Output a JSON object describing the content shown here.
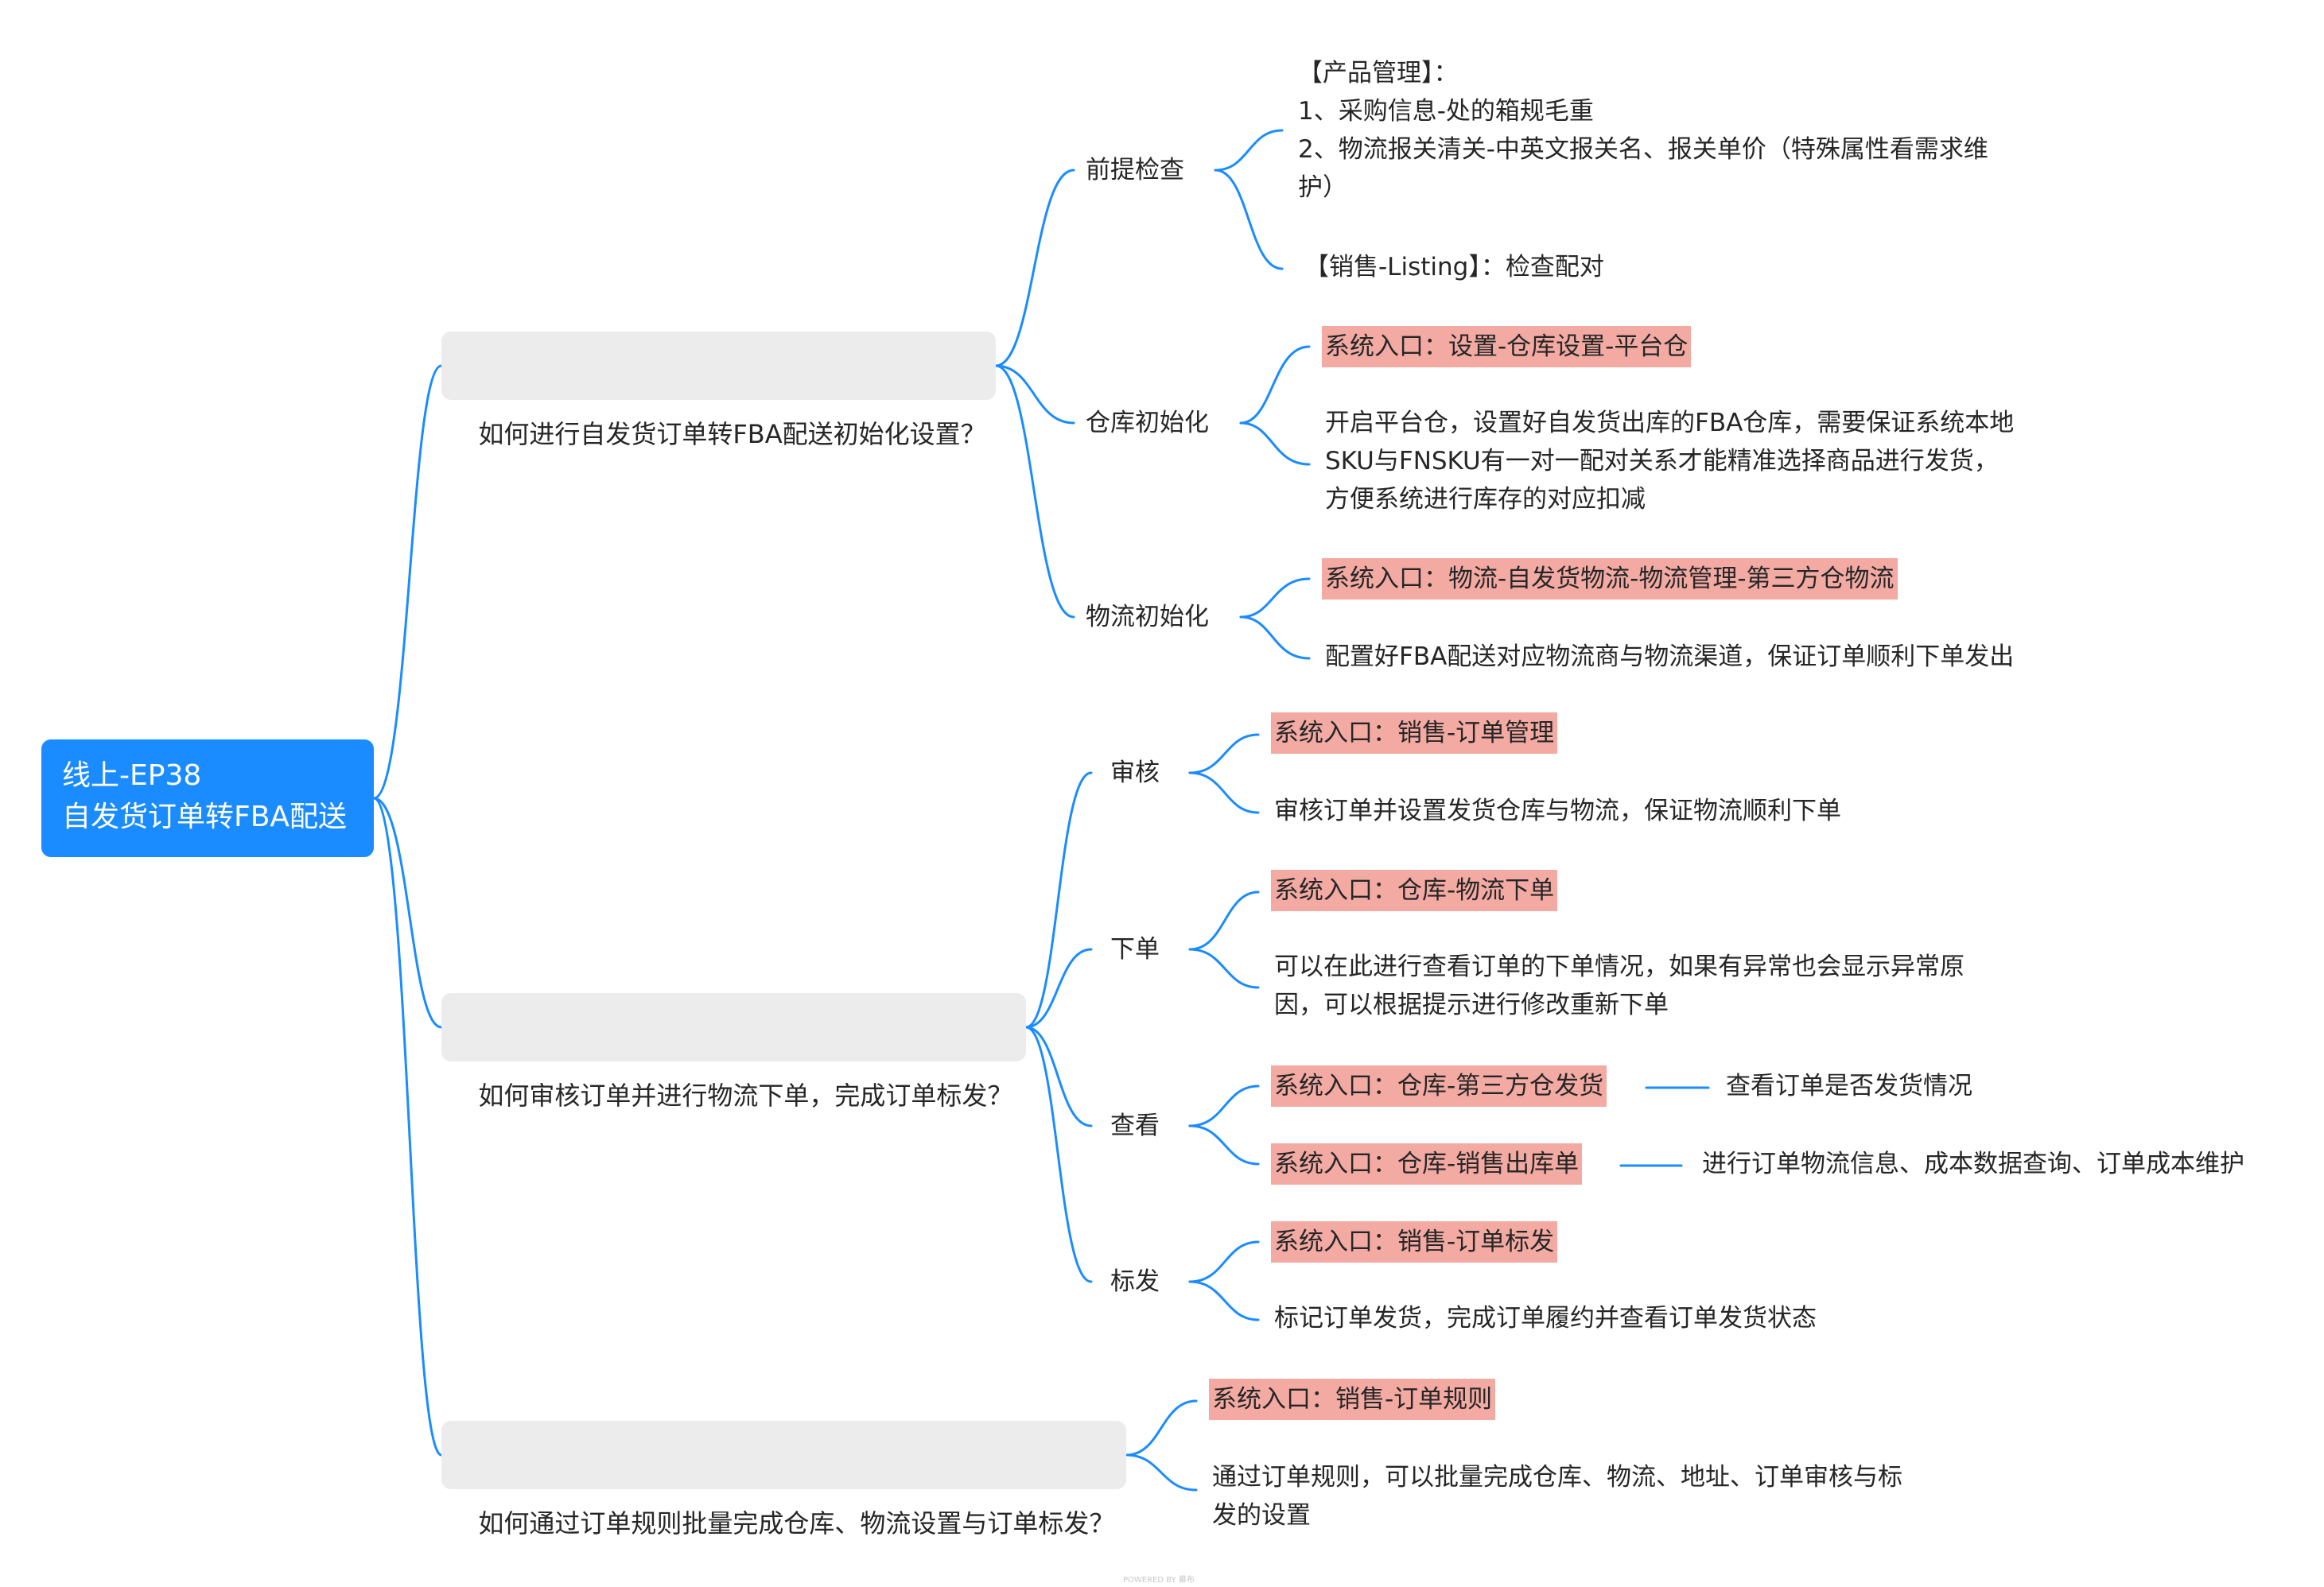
{
  "root": {
    "line1": "线上-EP38",
    "line2": "自发货订单转FBA配送"
  },
  "branches": [
    {
      "label": "如何进行自发货订单转FBA配送初始化设置？",
      "children": [
        {
          "label": "前提检查",
          "items": [
            {
              "lines": [
                "【产品管理】：",
                "1、采购信息-处的箱规毛重",
                "2、物流报关清关-中英文报关名、报关单价（特殊属性看需求维",
                "护）"
              ]
            },
            {
              "lines": [
                "【销售-Listing】：检查配对"
              ]
            }
          ]
        },
        {
          "label": "仓库初始化",
          "items": [
            {
              "highlight": "系统入口：设置-仓库设置-平台仓"
            },
            {
              "lines": [
                "开启平台仓，设置好自发货出库的FBA仓库，需要保证系统本地",
                "SKU与FNSKU有一对一配对关系才能精准选择商品进行发货，",
                "方便系统进行库存的对应扣减"
              ]
            }
          ]
        },
        {
          "label": "物流初始化",
          "items": [
            {
              "highlight": "系统入口：物流-自发货物流-物流管理-第三方仓物流"
            },
            {
              "lines": [
                "配置好FBA配送对应物流商与物流渠道，保证订单顺利下单发出"
              ]
            }
          ]
        }
      ]
    },
    {
      "label": "如何审核订单并进行物流下单，完成订单标发？",
      "children": [
        {
          "label": "审核",
          "items": [
            {
              "highlight": "系统入口：销售-订单管理"
            },
            {
              "lines": [
                "审核订单并设置发货仓库与物流，保证物流顺利下单"
              ]
            }
          ]
        },
        {
          "label": "下单",
          "items": [
            {
              "highlight": "系统入口：仓库-物流下单"
            },
            {
              "lines": [
                "可以在此进行查看订单的下单情况，如果有异常也会显示异常原",
                "因，可以根据提示进行修改重新下单"
              ]
            }
          ]
        },
        {
          "label": "查看",
          "items": [
            {
              "highlight": "系统入口：仓库-第三方仓发货",
              "note": "查看订单是否发货情况"
            },
            {
              "highlight": "系统入口：仓库-销售出库单",
              "note": "进行订单物流信息、成本数据查询、订单成本维护"
            }
          ]
        },
        {
          "label": "标发",
          "items": [
            {
              "highlight": "系统入口：销售-订单标发"
            },
            {
              "lines": [
                "标记订单发货，完成订单履约并查看订单发货状态"
              ]
            }
          ]
        }
      ]
    },
    {
      "label": "如何通过订单规则批量完成仓库、物流设置与订单标发？",
      "items": [
        {
          "highlight": "系统入口：销售-订单规则"
        },
        {
          "lines": [
            "通过订单规则，可以批量完成仓库、物流、地址、订单审核与标",
            "发的设置"
          ]
        }
      ]
    }
  ],
  "footer": {
    "watermark": "POWERED BY 幕布"
  },
  "colors": {
    "root_bg": "#1a8cff",
    "connector": "#1a8cff",
    "branch_bg": "#ececec",
    "highlight_bg": "#f2aaa3",
    "text": "#262626"
  }
}
